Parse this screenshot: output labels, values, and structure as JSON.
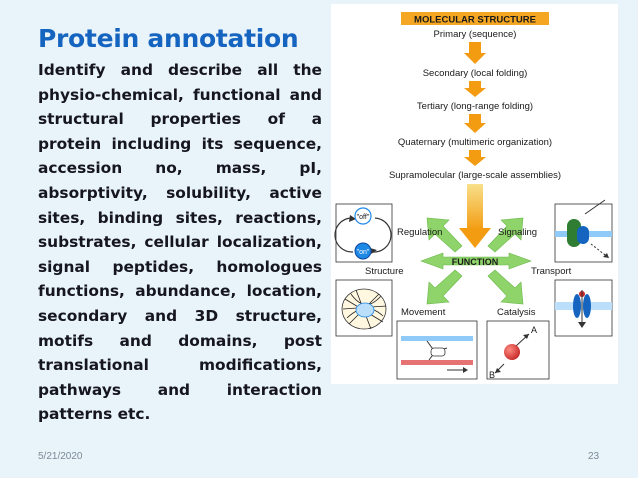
{
  "slide": {
    "title": "Protein annotation",
    "body": "Identify and describe all the physio-chemical, functional and structural properties of a protein including its sequence, accession no, mass, pI, absorptivity, solubility, active sites, binding sites, reactions, substrates, cellular localization, signal peptides, homologues functions, abundance, location, secondary and 3D structure, motifs and domains, post translational modifications, pathways and interaction patterns etc.",
    "date": "5/21/2020",
    "page_number": "23"
  },
  "figure": {
    "header": "MOLECULAR STRUCTURE",
    "levels": [
      "Primary (sequence)",
      "Secondary (local folding)",
      "Tertiary (long-range folding)",
      "Quaternary (multimeric organization)",
      "Supramolecular (large-scale assemblies)"
    ],
    "center": "FUNCTION",
    "roles": {
      "regulation": "Regulation",
      "signaling": "Signaling",
      "structure": "Structure",
      "transport": "Transport",
      "movement": "Movement",
      "catalysis": "Catalysis"
    },
    "switch_labels": {
      "off": "\"off\"",
      "on": "\"on\""
    },
    "catalysis_labels": {
      "a": "A",
      "b": "B"
    },
    "colors": {
      "title": "#1565c0",
      "header_bg": "#f5a623",
      "arrow_orange": "#f39c12",
      "function_green": "#8ed46a",
      "background": "#e9f3fa"
    }
  }
}
